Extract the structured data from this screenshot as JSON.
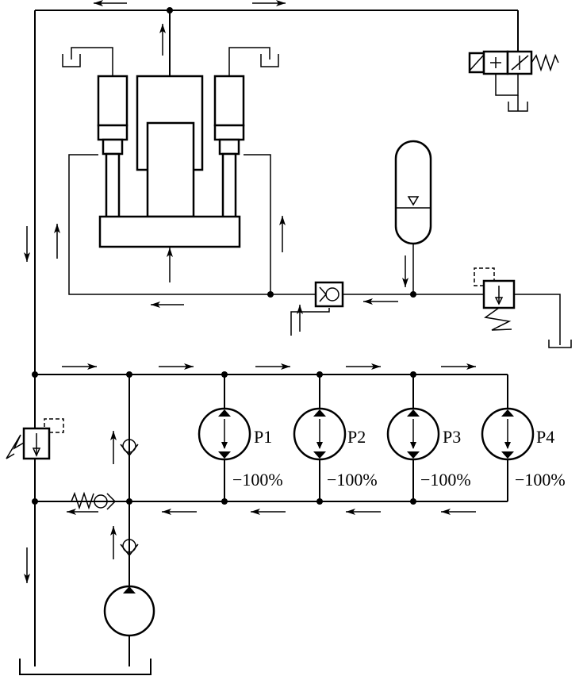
{
  "pumps": [
    {
      "name": "P1",
      "displacement": "−100%"
    },
    {
      "name": "P2",
      "displacement": "−100%"
    },
    {
      "name": "P3",
      "displacement": "−100%"
    },
    {
      "name": "P4",
      "displacement": "−100%"
    }
  ]
}
